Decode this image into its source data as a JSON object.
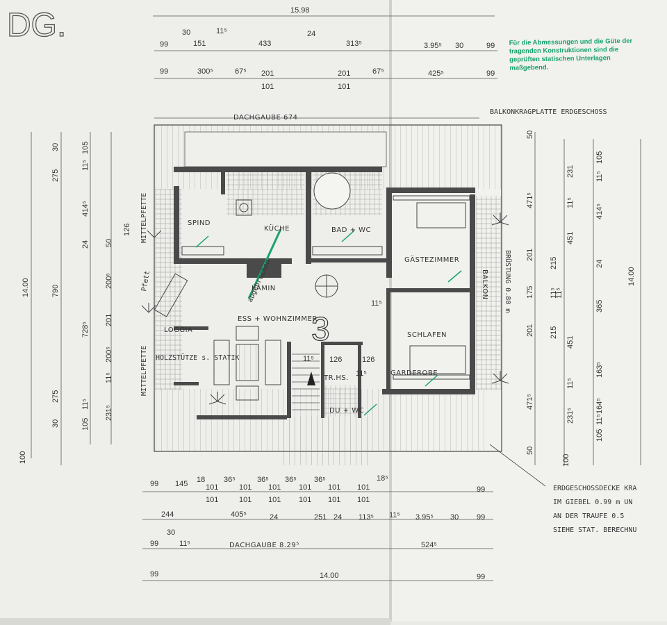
{
  "sheet_label": "DG.",
  "statics_note": "Für die Abmessungen und die Güte der tragenden Konstruktionen sind die geprüften statischen Unterlagen maßgebend.",
  "top_dims": {
    "overall": "15.98",
    "row1": [
      "99",
      "30",
      "151",
      "11⁵",
      "433",
      "24",
      "313⁵",
      "3.95⁵",
      "30",
      "99"
    ],
    "row2": [
      "99",
      "300⁵",
      "67⁵",
      "201",
      "201",
      "67⁵",
      "425⁵",
      "99"
    ],
    "row2_sub": [
      "101",
      "101"
    ]
  },
  "dachgaube_top": "DACHGAUBE 674",
  "balkon_note": "BALKONKRAGPLATTE ERDGESCHOSS",
  "left_dims": {
    "overall": "14.00",
    "outer": [
      "30",
      "275",
      "790",
      "275",
      "30",
      "100"
    ],
    "inner": [
      "105",
      "11⁵",
      "414⁵",
      "24",
      "200⁵",
      "728⁵",
      "200⁵",
      "11⁵",
      "231⁵",
      "105",
      "11⁵"
    ],
    "inner2": [
      "126",
      "50",
      "201"
    ]
  },
  "right_dims": {
    "overall": "14.00",
    "outer": [
      "50",
      "471⁵",
      "201",
      "175",
      "201",
      "471⁵",
      "50",
      "100"
    ],
    "mid": [
      "231",
      "11⁵",
      "451",
      "11⁵",
      "451",
      "11⁵",
      "231⁵"
    ],
    "inner": [
      "105",
      "11⁵",
      "414⁵",
      "24",
      "365",
      "163⁵",
      "164⁵",
      "11⁵",
      "105"
    ],
    "col4": [
      "215",
      "215",
      "11⁵"
    ]
  },
  "rooms": {
    "spind": "SPIND",
    "kueche": "KÜCHE",
    "bad_wc": "BAD + WC",
    "gaestezimmer": "GÄSTEZIMMER",
    "kamin": "KAMIN",
    "ess_wohnzimmer": "ESS + WOHNZIMMER",
    "schlafen": "SCHLAFEN",
    "garderobe": "GARDEROBE",
    "loggia": "LOGGIA",
    "tr_hs": "TR.HS.",
    "du_wc": "DU + WC",
    "balkon": "BALKON",
    "bruestung": "BRÜSTUNG 0.80 m",
    "pfette_top": "MITTELPFETTE",
    "pfette_bottom": "MITTELPFETTE",
    "pfette_mid": "Pfett",
    "holzstuetze": "HOLZSTÜTZE s. STATIK",
    "unit_number": "3",
    "stair_dims": [
      "11⁵",
      "126",
      "126",
      "11⁵",
      "11⁵"
    ],
    "green_mark": "abgebrochen"
  },
  "bottom_dims": {
    "row1": [
      "99",
      "145",
      "18",
      "36⁵",
      "36⁵",
      "36⁵",
      "36⁵",
      "18⁵",
      "99"
    ],
    "row1_sub": [
      "101",
      "101",
      "101",
      "101",
      "101",
      "101",
      "101",
      "101",
      "101",
      "101",
      "101",
      "101"
    ],
    "row2": [
      "244",
      "405⁵",
      "24",
      "251",
      "24",
      "113⁵",
      "11⁵",
      "3.95⁵",
      "30",
      "99"
    ],
    "row3_left": [
      "30",
      "99",
      "11⁵"
    ],
    "dachgaube_bottom": "DACHGAUBE 8.29⁵",
    "row3_right": "524⁵",
    "overall": "14.00",
    "row4": [
      "99",
      "99"
    ]
  },
  "eg_note": [
    "ERDGESCHOSSDECKE KRA",
    "IM GIEBEL 0.99 m UN",
    "AN DER TRAUFE 0.5",
    "SIEHE STAT. BERECHNU"
  ],
  "colors": {
    "paper": "#f1f1ee",
    "ink": "#3a3a3a",
    "green": "#17a36b"
  }
}
